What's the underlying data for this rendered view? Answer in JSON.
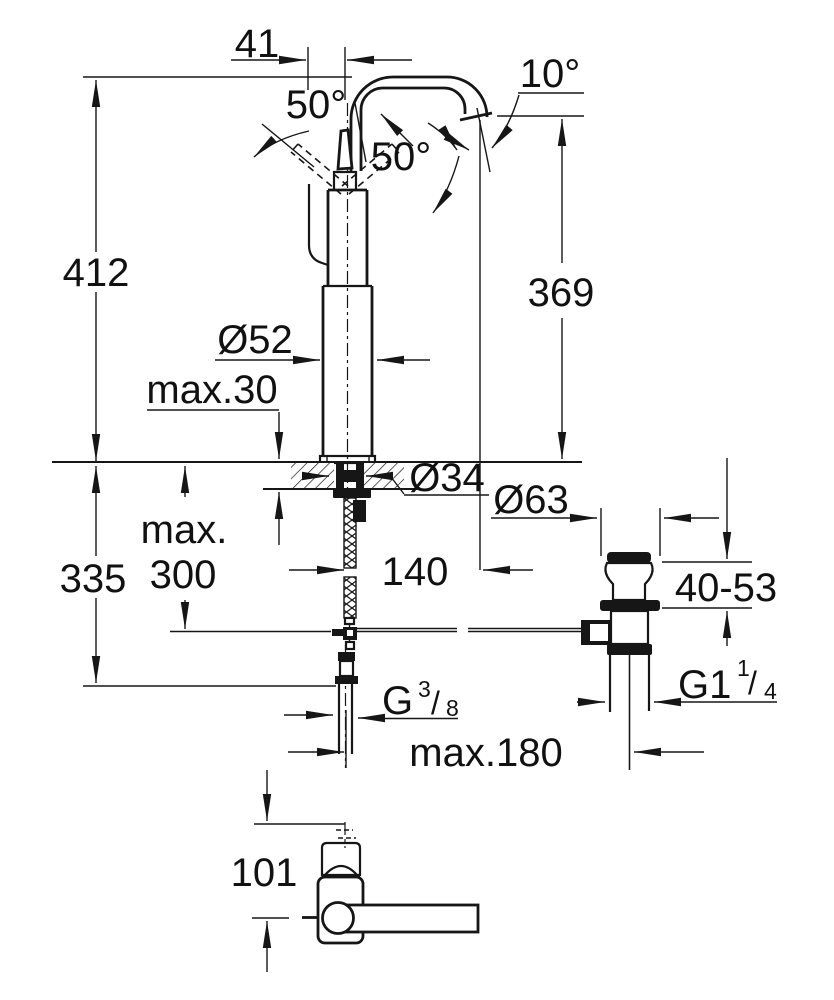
{
  "drawing": {
    "title": "faucet-installation-dimension-drawing",
    "background": "#ffffff",
    "line_color": "#161616",
    "dimensions": {
      "top_offset": "41",
      "spout_angle": "10°",
      "handle_angle_left": "50°",
      "handle_angle_right": "50°",
      "total_height": "412",
      "spout_outlet_height": "369",
      "body_diameter": "Ø52",
      "deck_thickness": "max.30",
      "mounting_hole_diameter": "Ø34",
      "drain_flange_diameter": "Ø63",
      "hose_reach_line1": "max.",
      "hose_reach_line2": "300",
      "below_deck_height": "335",
      "spout_reach": "140",
      "drain_clamp_range": "40-53",
      "drain_thread": {
        "base": "G1",
        "num": "1",
        "sep": "/",
        "den": "4"
      },
      "supply_thread": {
        "base": "G",
        "num": "3",
        "sep": "/",
        "den": "8"
      },
      "drain_distance": "max.180",
      "handle_length": "101"
    }
  }
}
